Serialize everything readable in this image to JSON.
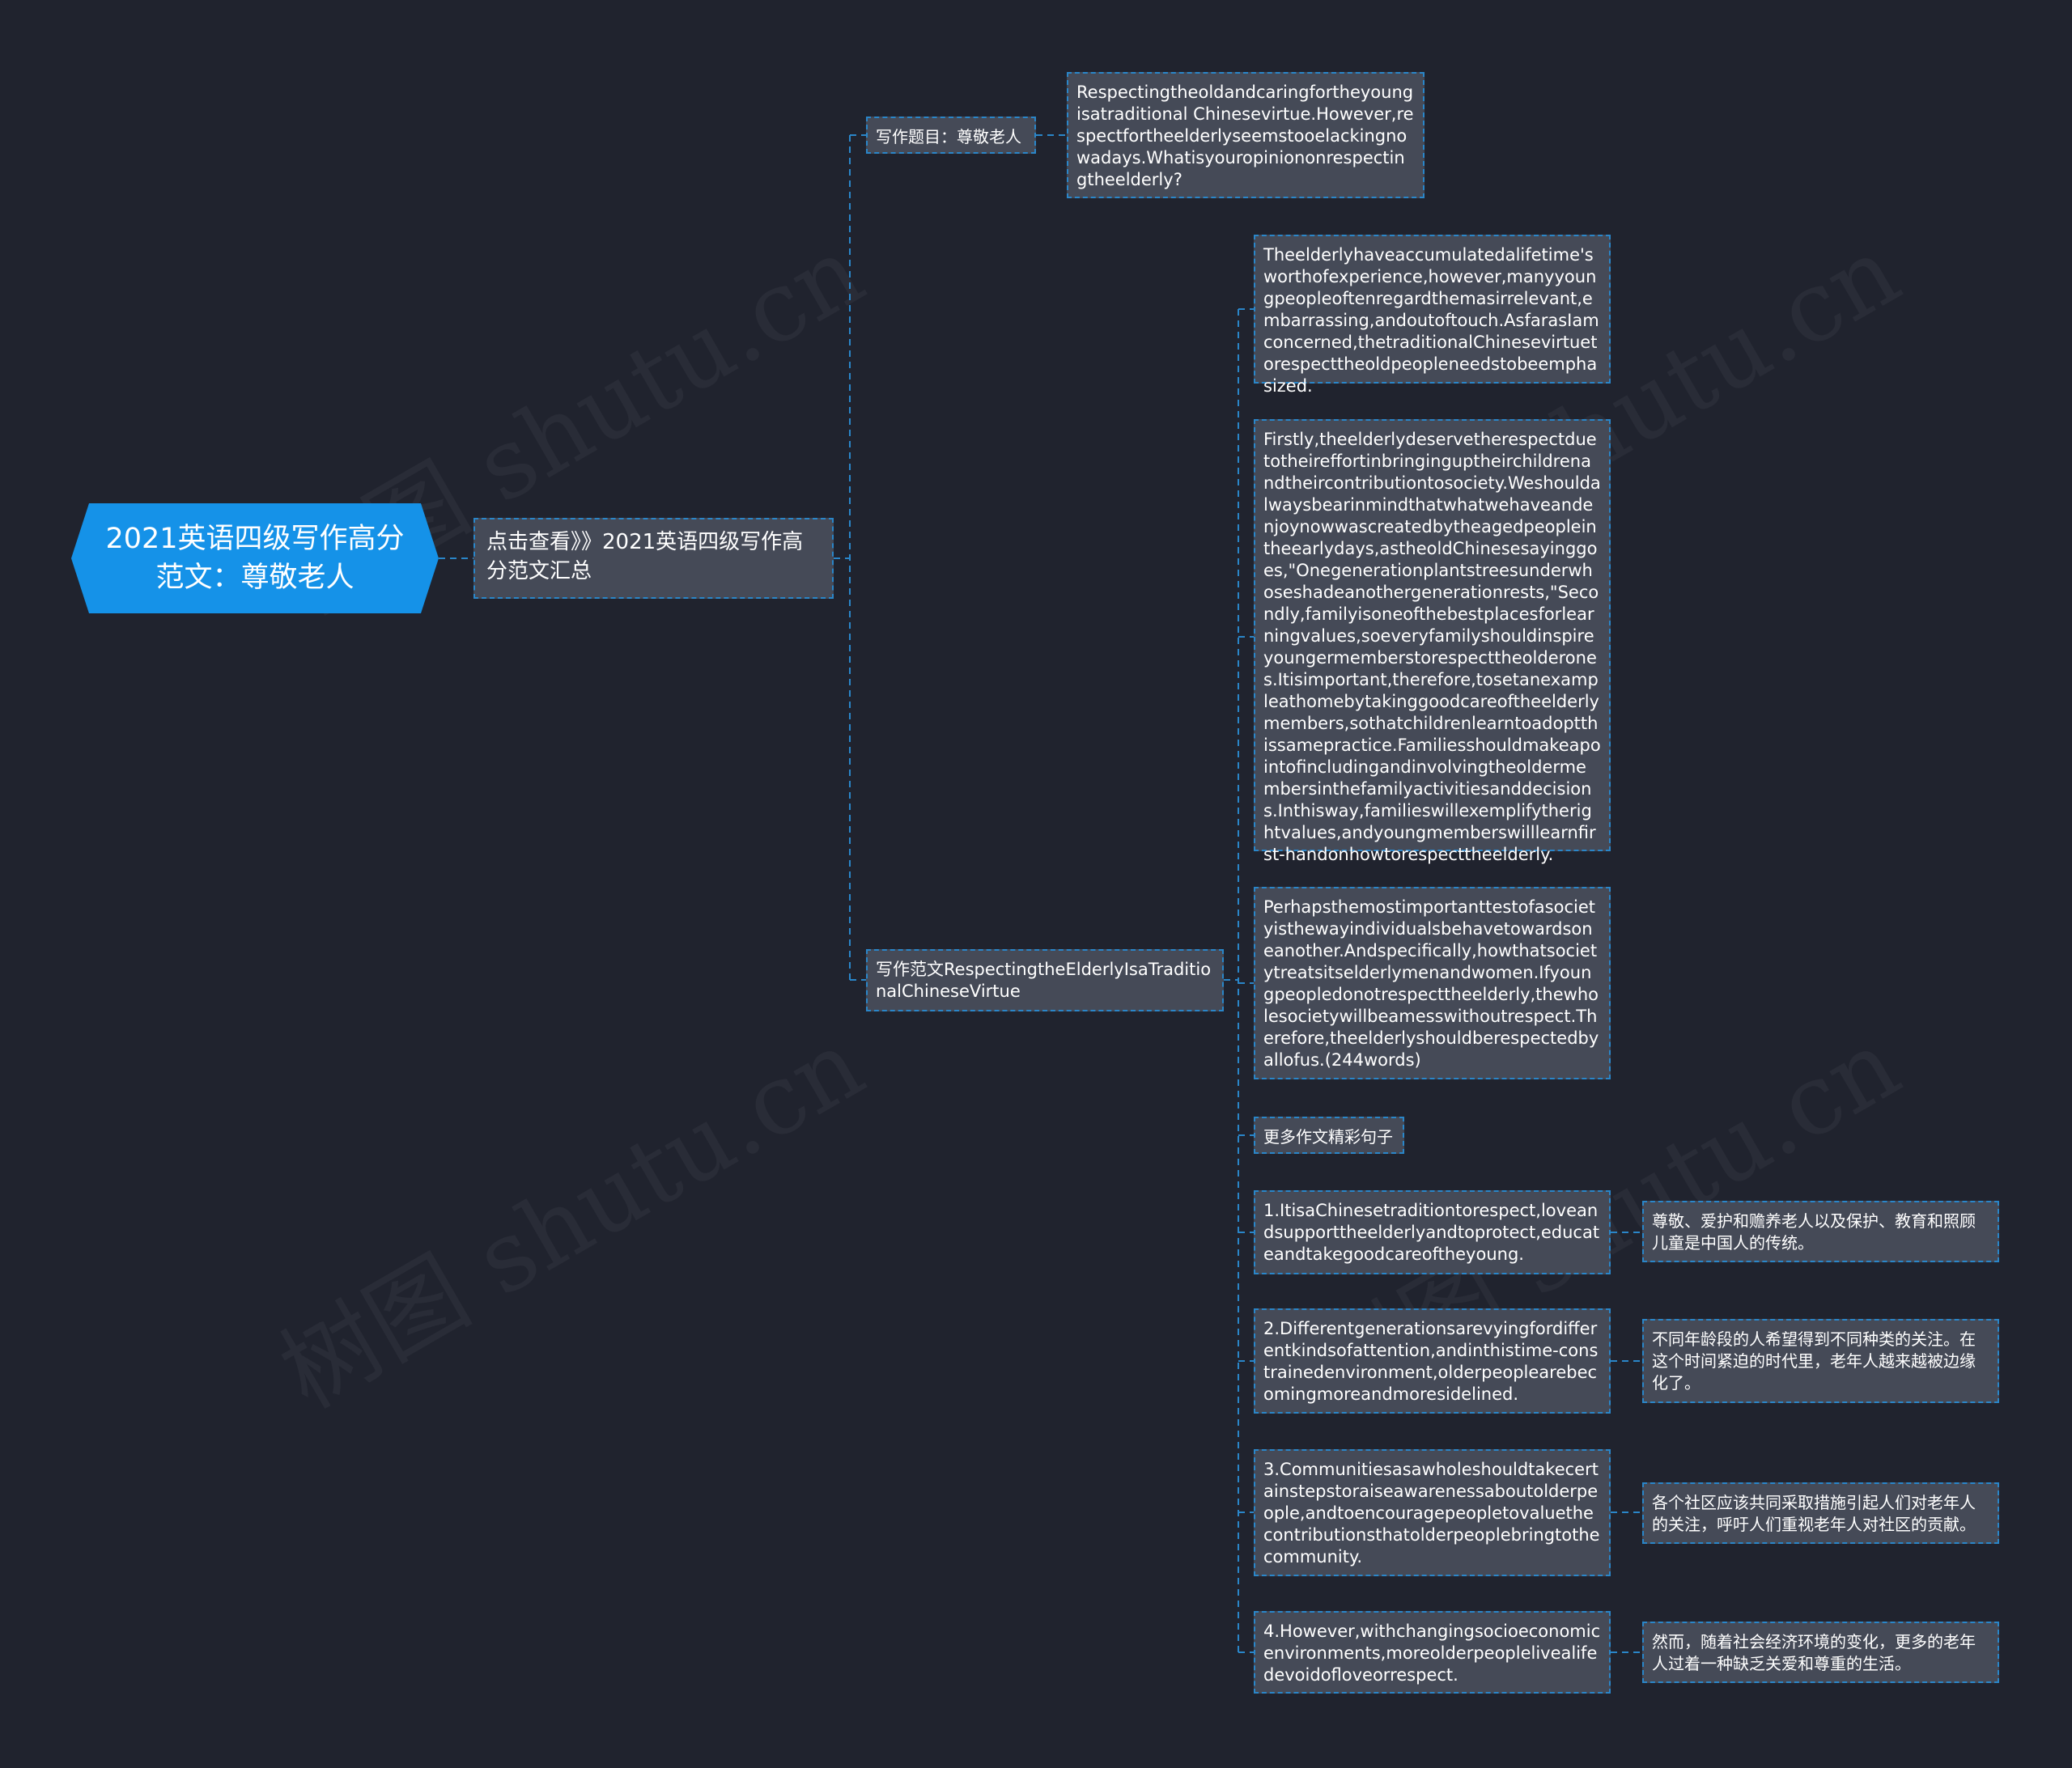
{
  "watermark": "树图 shutu.cn",
  "colors": {
    "background": "#20232e",
    "root": "#1592e8",
    "node_fill": "#454a57",
    "connector": "#2a86c9",
    "text": "#ffffff"
  },
  "root": {
    "label": "2021英语四级写作高分范文：尊敬老人"
  },
  "level1": {
    "label": "点击查看》》2021英语四级写作高分范文汇总"
  },
  "level2": {
    "topic": {
      "label": "写作题目：尊敬老人",
      "prompt": "Respectingtheoldandcaringfortheyoungisatraditional Chinesevirtue.However,respectfortheelderlyseemstooelackingnowadays.Whatisyouropiniononrespectingtheelderly?"
    },
    "essay": {
      "label": "写作范文RespectingtheElderlyIsaTraditionalChineseVirtue",
      "paragraphs": [
        "Theelderlyhaveaccumulatedalifetime'sworthofexperience,however,manyyoungpeopleoftenregardthemasirrelevant,embarrassing,andoutoftouch.AsfarasIamconcerned,thetraditionalChinesevirtuetorespecttheoldpeopleneedstobeemphasized.",
        "Firstly,theelderlydeservetherespectduetotheireffortinbringinguptheirchildrenandtheircontributiontosociety.Weshouldalwaysbearinmindthatwhatwehaveandenjoynowwascreatedbytheagedpeopleintheearlydays,astheoldChinesesayinggoes,\"Onegenerationplantstreesunderwhoseshadeanothergenerationrests,\"Secondly,familyisoneofthebestplacesforlearningvalues,soeveryfamilyshouldinspireyoungermemberstorespecttheolderones.Itisimportant,therefore,tosetanexampleathomebytakinggoodcareoftheelderlymembers,sothatchildrenlearntoadoptthissamepractice.Familiesshouldmakeapointofincludingandinvolvingtheoldermembersinthefamilyactivitiesanddecisions.Inthisway,familieswillexemplifytherightvalues,andyoungmemberswilllearnfirst-handonhowtorespecttheelderly.",
        "Perhapsthemostimportanttestofasocietyisthewayindividualsbehavetowardsoneanother.Andspecifically,howthatsocietytreatsitselderlymenandwomen.Ifyoungpeopledonotrespecttheelderly,thewholesocietywillbeamesswithoutrespect.Therefore,theelderlyshouldberespectedbyallofus.(244words)"
      ],
      "more_sentences_label": "更多作文精彩句子",
      "sentences": [
        {
          "english": "1.ItisaChinesetraditiontorespect,loveandsupporttheelderlyandtoprotect,educateandtakegoodcareoftheyoung.",
          "chinese": "尊敬、爱护和赡养老人以及保护、教育和照顾儿童是中国人的传统。"
        },
        {
          "english": "2.Differentgenerationsarevyingfordifferentkindsofattention,andinthistime-constrainedenvironment,olderpeoplearebecomingmoreandmoresidelined.",
          "chinese": "不同年龄段的人希望得到不同种类的关注。在这个时间紧迫的时代里，老年人越来越被边缘化了。"
        },
        {
          "english": "3.Communitiesasawholeshouldtakecertainstepstoraiseawarenessaboutolderpeople,andtoencouragepeopletovaluethecontributionsthatolderpeoplebringtothecommunity.",
          "chinese": "各个社区应该共同采取措施引起人们对老年人的关注，呼吁人们重视老年人对社区的贡献。"
        },
        {
          "english": "4.However,withchangingsocioeconomicenvironments,moreolderpeoplelivealifedevoidofloveorrespect.",
          "chinese": "然而，随着社会经济环境的变化，更多的老年人过着一种缺乏关爱和尊重的生活。"
        }
      ]
    }
  }
}
